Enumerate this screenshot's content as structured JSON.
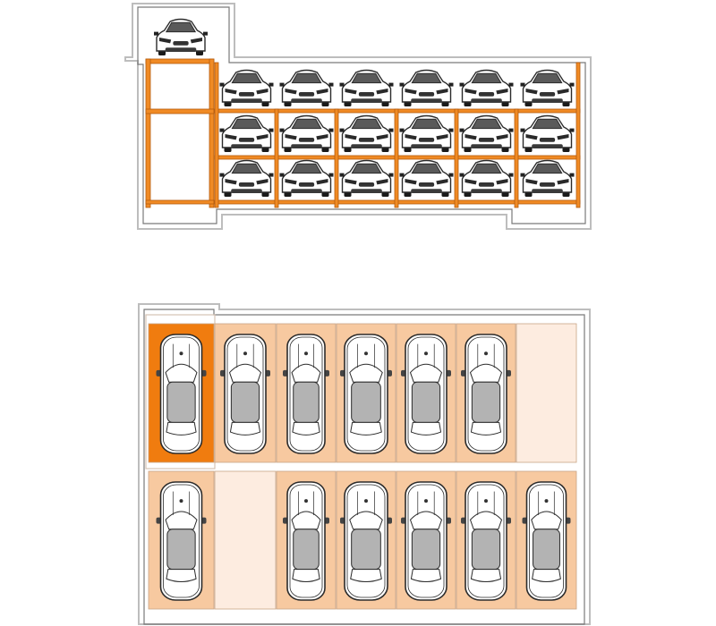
{
  "diagram": {
    "elevation": {
      "lift_car": true,
      "levels": [
        [
          "car",
          "car",
          "car",
          "car",
          "car",
          "car"
        ],
        [
          "car",
          "car",
          "car",
          "car",
          "car",
          "car"
        ],
        [
          "car",
          "car",
          "car",
          "car",
          "car",
          "car"
        ]
      ]
    },
    "plan": {
      "top_row": [
        "lift",
        "occupied",
        "occupied",
        "occupied",
        "occupied",
        "occupied",
        "empty"
      ],
      "bottom_row": [
        "occupied",
        "empty",
        "occupied",
        "occupied",
        "occupied",
        "occupied",
        "occupied"
      ]
    }
  },
  "colors": {
    "steel": "#f08a24",
    "steel_dark": "#b55a0c",
    "wall": "#bdbdbd",
    "wall_stroke": "#7a7a7a",
    "pallet": "#f7c9a0",
    "pallet_empty": "#fdece0",
    "lift_active": "#f07c0f",
    "car_roof": "#b3b3b3",
    "car_body": "#5a5a5a",
    "car_outline": "#2b2b2b"
  }
}
